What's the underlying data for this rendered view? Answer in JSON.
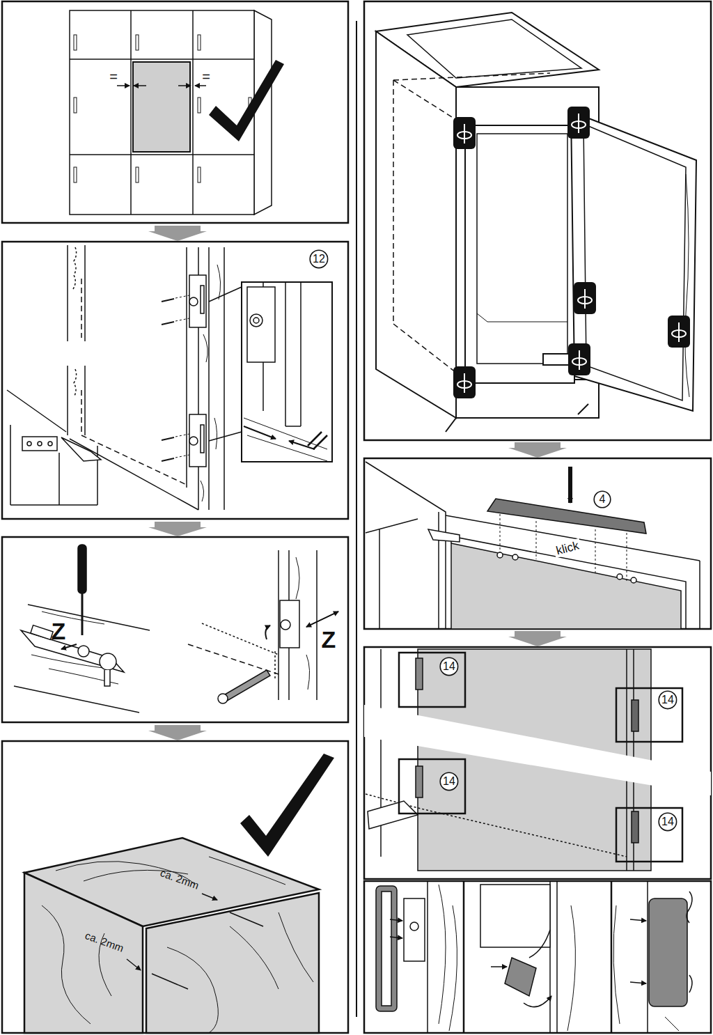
{
  "diagram": {
    "nodes": [
      {
        "text": [
          "12"
        ]
      },
      {
        "text": [
          "4"
        ]
      },
      {
        "text": [
          "14"
        ]
      },
      {
        "text": [
          "14"
        ]
      },
      {
        "text": [
          "14"
        ]
      },
      {
        "text": [
          "14"
        ]
      }
    ],
    "labels": [
      "=",
      "=",
      "Z",
      "Z",
      "klick",
      "ca. 2mm",
      "ca. 2mm"
    ]
  }
}
